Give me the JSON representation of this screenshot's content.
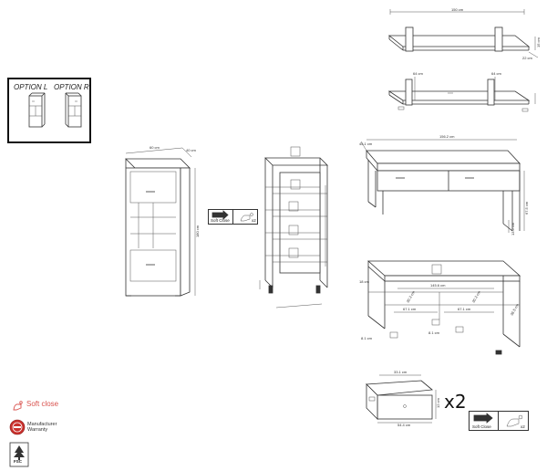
{
  "options": {
    "left_label": "OPTION L",
    "right_label": "OPTION R"
  },
  "soft_close_badge": {
    "label": "Soft Close",
    "count": "x2"
  },
  "logos": {
    "soft_close": "Soft close",
    "warranty_line1": "Manufacturer",
    "warranty_line2": "Warranty",
    "fsc": "FSC"
  },
  "multiplier": "x2",
  "dimensions": {
    "shelf_top_width": "150 cm",
    "shelf_top_depth": "22 cm",
    "shelf_side_a": "64 cm",
    "shelf_side_b": "64 cm",
    "shelf_height": "15 cm",
    "tv_width": "156.2 cm",
    "tv_depth": "45.1 cm",
    "tv_height": "67.5 cm",
    "tv_leg": "13.5 cm",
    "tv_inner_width": "145.6 cm",
    "tv_inner_a": "67.1 cm",
    "tv_inner_b": "67.1 cm",
    "tv_inner_h1": "30.3 cm",
    "tv_inner_h2": "30.3 cm",
    "tv_inner_side": "36.5 cm",
    "tv_leg_small": "8.1 cm",
    "tv_top_small": "18 cm",
    "cab_width": "60 cm",
    "cab_depth": "40 cm",
    "cab_height": "180 cm",
    "drawer_width": "54.4 cm",
    "drawer_depth": "33.1 cm",
    "drawer_height": "12 cm"
  },
  "colors": {
    "line": "#333333",
    "accent": "#d9534f",
    "frame": "#111111"
  }
}
